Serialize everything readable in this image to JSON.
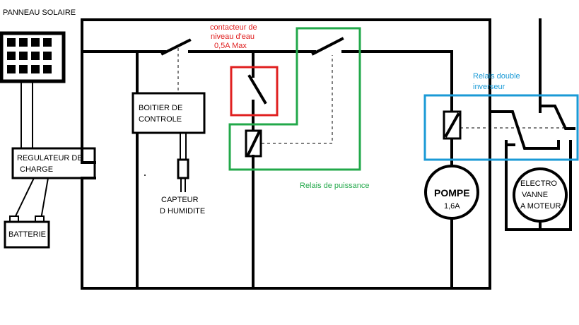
{
  "labels": {
    "solar_panel": "PANNEAU SOLAIRE",
    "charge_controller_1": "REGULATEUR DE",
    "charge_controller_2": "CHARGE",
    "battery": "BATTERIE",
    "control_box_1": "BOITIER DE",
    "control_box_2": "CONTROLE",
    "humidity_sensor_1": "CAPTEUR",
    "humidity_sensor_2": "D HUMIDITE",
    "water_switch_1": "contacteur de",
    "water_switch_2": "niveau d'eau",
    "water_switch_3": "0,5A Max",
    "power_relay": "Relais de puissance",
    "dpdt_relay_1": "Relais double",
    "dpdt_relay_2": "inverseur",
    "pump_name": "POMPE",
    "pump_current": "1,6A",
    "valve_1": "ELECTRO",
    "valve_2": "VANNE",
    "valve_3": "A MOTEUR"
  },
  "colors": {
    "wire": "#000000",
    "water_switch_highlight": "#e02020",
    "power_relay_highlight": "#22a84a",
    "dpdt_relay_highlight": "#1a9ad6"
  }
}
